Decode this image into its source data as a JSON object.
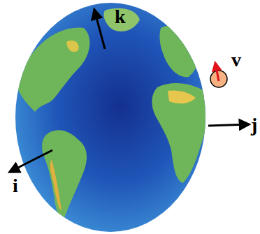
{
  "diagram": {
    "labels": [
      "k",
      "v",
      "j",
      "i"
    ]
  }
}
